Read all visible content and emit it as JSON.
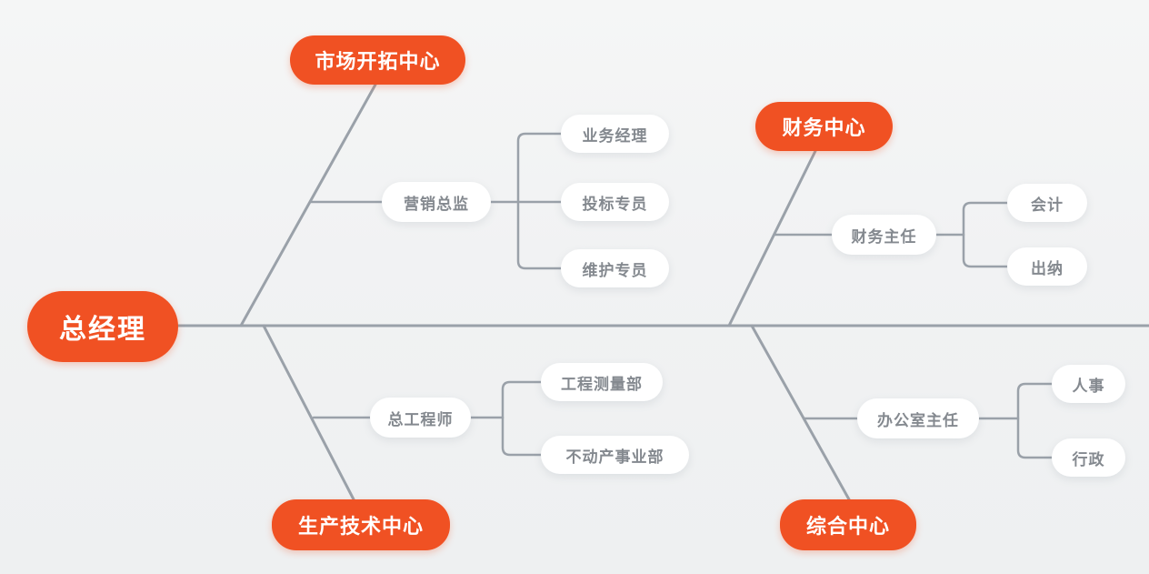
{
  "app": {
    "type": "mindmap-org-chart",
    "background_color": "#f1f2f3",
    "accent_color": "#f05123",
    "line_color": "#9aa1a9",
    "subnode_text_color": "#84898f"
  },
  "mindmap": {
    "root": {
      "label": "总经理"
    },
    "branches": [
      {
        "label": "市场开拓中心",
        "children": [
          {
            "label": "营销总监",
            "children": [
              {
                "label": "业务经理"
              },
              {
                "label": "投标专员"
              },
              {
                "label": "维护专员"
              }
            ]
          }
        ]
      },
      {
        "label": "财务中心",
        "children": [
          {
            "label": "财务主任",
            "children": [
              {
                "label": "会计"
              },
              {
                "label": "出纳"
              }
            ]
          }
        ]
      },
      {
        "label": "生产技术中心",
        "children": [
          {
            "label": "总工程师",
            "children": [
              {
                "label": "工程测量部"
              },
              {
                "label": "不动产事业部"
              }
            ]
          }
        ]
      },
      {
        "label": "综合中心",
        "children": [
          {
            "label": "办公室主任",
            "children": [
              {
                "label": "人事"
              },
              {
                "label": "行政"
              }
            ]
          }
        ]
      }
    ]
  }
}
